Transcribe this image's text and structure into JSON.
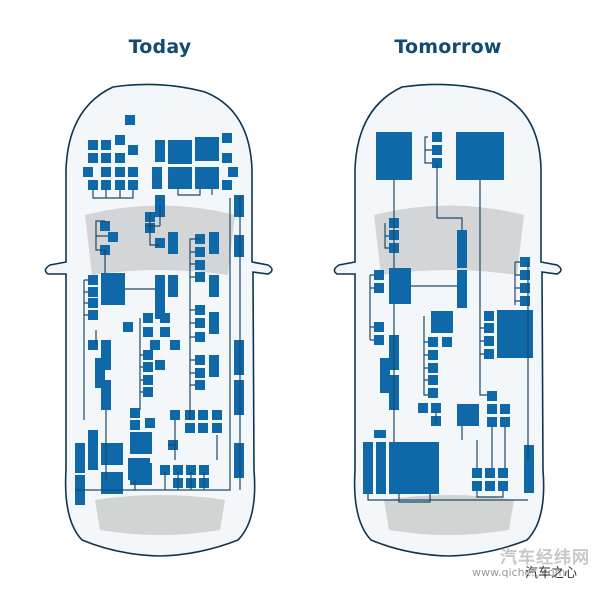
{
  "titles": {
    "left": "Today",
    "right": "Tomorrow"
  },
  "colors": {
    "ecu": "#0f69a8",
    "wire": "#1d4a6a",
    "outline": "#0f3550",
    "glass": "#c8c8c8",
    "bodyfill": "#f4f7f9",
    "title": "#114a72"
  },
  "watermark": {
    "site": "汽车经纬网",
    "url": "www.qiche...com",
    "brand": "汽车之心"
  },
  "diagrams": {
    "today": {
      "offset_x": 0,
      "boxes": [
        [
          125,
          115,
          10,
          10
        ],
        [
          115,
          135,
          10,
          10
        ],
        [
          128,
          145,
          10,
          10
        ],
        [
          88,
          140,
          10,
          10
        ],
        [
          101,
          140,
          10,
          10
        ],
        [
          88,
          153,
          10,
          10
        ],
        [
          101,
          153,
          10,
          10
        ],
        [
          115,
          153,
          10,
          10
        ],
        [
          83,
          167,
          10,
          10
        ],
        [
          101,
          167,
          10,
          10
        ],
        [
          115,
          167,
          10,
          10
        ],
        [
          128,
          167,
          10,
          10
        ],
        [
          88,
          180,
          10,
          10
        ],
        [
          101,
          180,
          10,
          10
        ],
        [
          115,
          180,
          10,
          10
        ],
        [
          128,
          180,
          10,
          10
        ],
        [
          155,
          140,
          10,
          22
        ],
        [
          168,
          140,
          24,
          24
        ],
        [
          195,
          137,
          24,
          24
        ],
        [
          222,
          133,
          10,
          10
        ],
        [
          152,
          167,
          10,
          22
        ],
        [
          168,
          167,
          24,
          22
        ],
        [
          195,
          167,
          24,
          22
        ],
        [
          222,
          153,
          10,
          10
        ],
        [
          228,
          167,
          10,
          10
        ],
        [
          222,
          180,
          10,
          10
        ],
        [
          155,
          195,
          10,
          10
        ],
        [
          234,
          195,
          10,
          22
        ],
        [
          155,
          195,
          10,
          22
        ],
        [
          145,
          212,
          10,
          10
        ],
        [
          145,
          223,
          10,
          10
        ],
        [
          155,
          238,
          10,
          10
        ],
        [
          100,
          221,
          10,
          10
        ],
        [
          108,
          232,
          10,
          10
        ],
        [
          100,
          245,
          10,
          10
        ],
        [
          168,
          232,
          10,
          22
        ],
        [
          168,
          275,
          10,
          22
        ],
        [
          234,
          235,
          10,
          22
        ],
        [
          195,
          234,
          10,
          10
        ],
        [
          195,
          247,
          10,
          10
        ],
        [
          195,
          260,
          10,
          10
        ],
        [
          195,
          272,
          10,
          10
        ],
        [
          209,
          232,
          10,
          22
        ],
        [
          209,
          275,
          10,
          22
        ],
        [
          88,
          275,
          10,
          10
        ],
        [
          88,
          287,
          10,
          10
        ],
        [
          88,
          298,
          10,
          10
        ],
        [
          88,
          310,
          10,
          10
        ],
        [
          101,
          273,
          24,
          32
        ],
        [
          155,
          275,
          10,
          22
        ],
        [
          155,
          297,
          10,
          22
        ],
        [
          143,
          313,
          10,
          10
        ],
        [
          160,
          313,
          10,
          10
        ],
        [
          143,
          327,
          10,
          10
        ],
        [
          160,
          327,
          10,
          10
        ],
        [
          123,
          322,
          10,
          10
        ],
        [
          150,
          340,
          10,
          10
        ],
        [
          170,
          340,
          10,
          10
        ],
        [
          195,
          305,
          10,
          10
        ],
        [
          195,
          318,
          10,
          10
        ],
        [
          195,
          332,
          10,
          10
        ],
        [
          209,
          312,
          10,
          22
        ],
        [
          88,
          340,
          10,
          10
        ],
        [
          101,
          340,
          10,
          30
        ],
        [
          95,
          358,
          10,
          30
        ],
        [
          101,
          380,
          10,
          30
        ],
        [
          143,
          350,
          10,
          10
        ],
        [
          143,
          362,
          10,
          10
        ],
        [
          143,
          375,
          10,
          10
        ],
        [
          143,
          387,
          10,
          10
        ],
        [
          155,
          360,
          10,
          10
        ],
        [
          195,
          355,
          10,
          10
        ],
        [
          195,
          368,
          10,
          10
        ],
        [
          195,
          380,
          10,
          10
        ],
        [
          209,
          355,
          10,
          22
        ],
        [
          234,
          340,
          10,
          35
        ],
        [
          234,
          380,
          10,
          35
        ],
        [
          130,
          408,
          10,
          10
        ],
        [
          130,
          420,
          10,
          10
        ],
        [
          145,
          418,
          10,
          10
        ],
        [
          170,
          410,
          10,
          10
        ],
        [
          185,
          410,
          10,
          10
        ],
        [
          198,
          410,
          10,
          10
        ],
        [
          212,
          410,
          10,
          10
        ],
        [
          185,
          423,
          10,
          10
        ],
        [
          198,
          423,
          10,
          10
        ],
        [
          212,
          423,
          10,
          10
        ],
        [
          75,
          443,
          10,
          30
        ],
        [
          88,
          430,
          10,
          40
        ],
        [
          101,
          443,
          22,
          22
        ],
        [
          130,
          432,
          22,
          22
        ],
        [
          128,
          458,
          22,
          22
        ],
        [
          101,
          472,
          22,
          22
        ],
        [
          168,
          440,
          10,
          10
        ],
        [
          130,
          463,
          22,
          22
        ],
        [
          160,
          465,
          10,
          10
        ],
        [
          173,
          465,
          10,
          10
        ],
        [
          186,
          465,
          10,
          10
        ],
        [
          199,
          465,
          10,
          10
        ],
        [
          173,
          478,
          10,
          10
        ],
        [
          186,
          478,
          10,
          10
        ],
        [
          199,
          478,
          10,
          10
        ],
        [
          75,
          475,
          10,
          30
        ],
        [
          234,
          443,
          10,
          35
        ]
      ]
    },
    "tomorrow": {
      "offset_x": 0,
      "boxes": [
        [
          376,
          132,
          36,
          48
        ],
        [
          432,
          132,
          10,
          10
        ],
        [
          432,
          145,
          10,
          10
        ],
        [
          432,
          158,
          10,
          10
        ],
        [
          456,
          132,
          48,
          48
        ],
        [
          389,
          218,
          10,
          10
        ],
        [
          389,
          230,
          10,
          10
        ],
        [
          389,
          243,
          10,
          10
        ],
        [
          457,
          230,
          10,
          38
        ],
        [
          457,
          270,
          10,
          38
        ],
        [
          374,
          270,
          10,
          10
        ],
        [
          374,
          283,
          10,
          10
        ],
        [
          389,
          268,
          22,
          36
        ],
        [
          520,
          257,
          10,
          10
        ],
        [
          520,
          270,
          10,
          10
        ],
        [
          520,
          283,
          10,
          10
        ],
        [
          520,
          296,
          10,
          10
        ],
        [
          431,
          311,
          22,
          22
        ],
        [
          428,
          337,
          10,
          10
        ],
        [
          442,
          337,
          10,
          10
        ],
        [
          428,
          350,
          10,
          10
        ],
        [
          428,
          363,
          10,
          10
        ],
        [
          428,
          375,
          10,
          10
        ],
        [
          428,
          388,
          10,
          10
        ],
        [
          374,
          322,
          10,
          10
        ],
        [
          374,
          335,
          10,
          10
        ],
        [
          389,
          335,
          10,
          35
        ],
        [
          389,
          375,
          10,
          35
        ],
        [
          380,
          358,
          10,
          35
        ],
        [
          484,
          311,
          10,
          10
        ],
        [
          484,
          323,
          10,
          10
        ],
        [
          484,
          336,
          10,
          10
        ],
        [
          484,
          349,
          10,
          10
        ],
        [
          497,
          310,
          36,
          48
        ],
        [
          418,
          403,
          10,
          10
        ],
        [
          431,
          403,
          10,
          10
        ],
        [
          431,
          416,
          10,
          10
        ],
        [
          457,
          404,
          22,
          22
        ],
        [
          487,
          391,
          10,
          10
        ],
        [
          487,
          404,
          10,
          10
        ],
        [
          500,
          404,
          10,
          10
        ],
        [
          487,
          417,
          10,
          10
        ],
        [
          500,
          417,
          10,
          10
        ],
        [
          363,
          442,
          10,
          52
        ],
        [
          376,
          442,
          10,
          52
        ],
        [
          389,
          442,
          50,
          52
        ],
        [
          472,
          468,
          10,
          10
        ],
        [
          485,
          468,
          10,
          10
        ],
        [
          498,
          468,
          10,
          10
        ],
        [
          472,
          481,
          10,
          10
        ],
        [
          485,
          481,
          10,
          10
        ],
        [
          498,
          481,
          10,
          10
        ],
        [
          524,
          445,
          10,
          48
        ],
        [
          374,
          430,
          12,
          8
        ]
      ]
    }
  }
}
